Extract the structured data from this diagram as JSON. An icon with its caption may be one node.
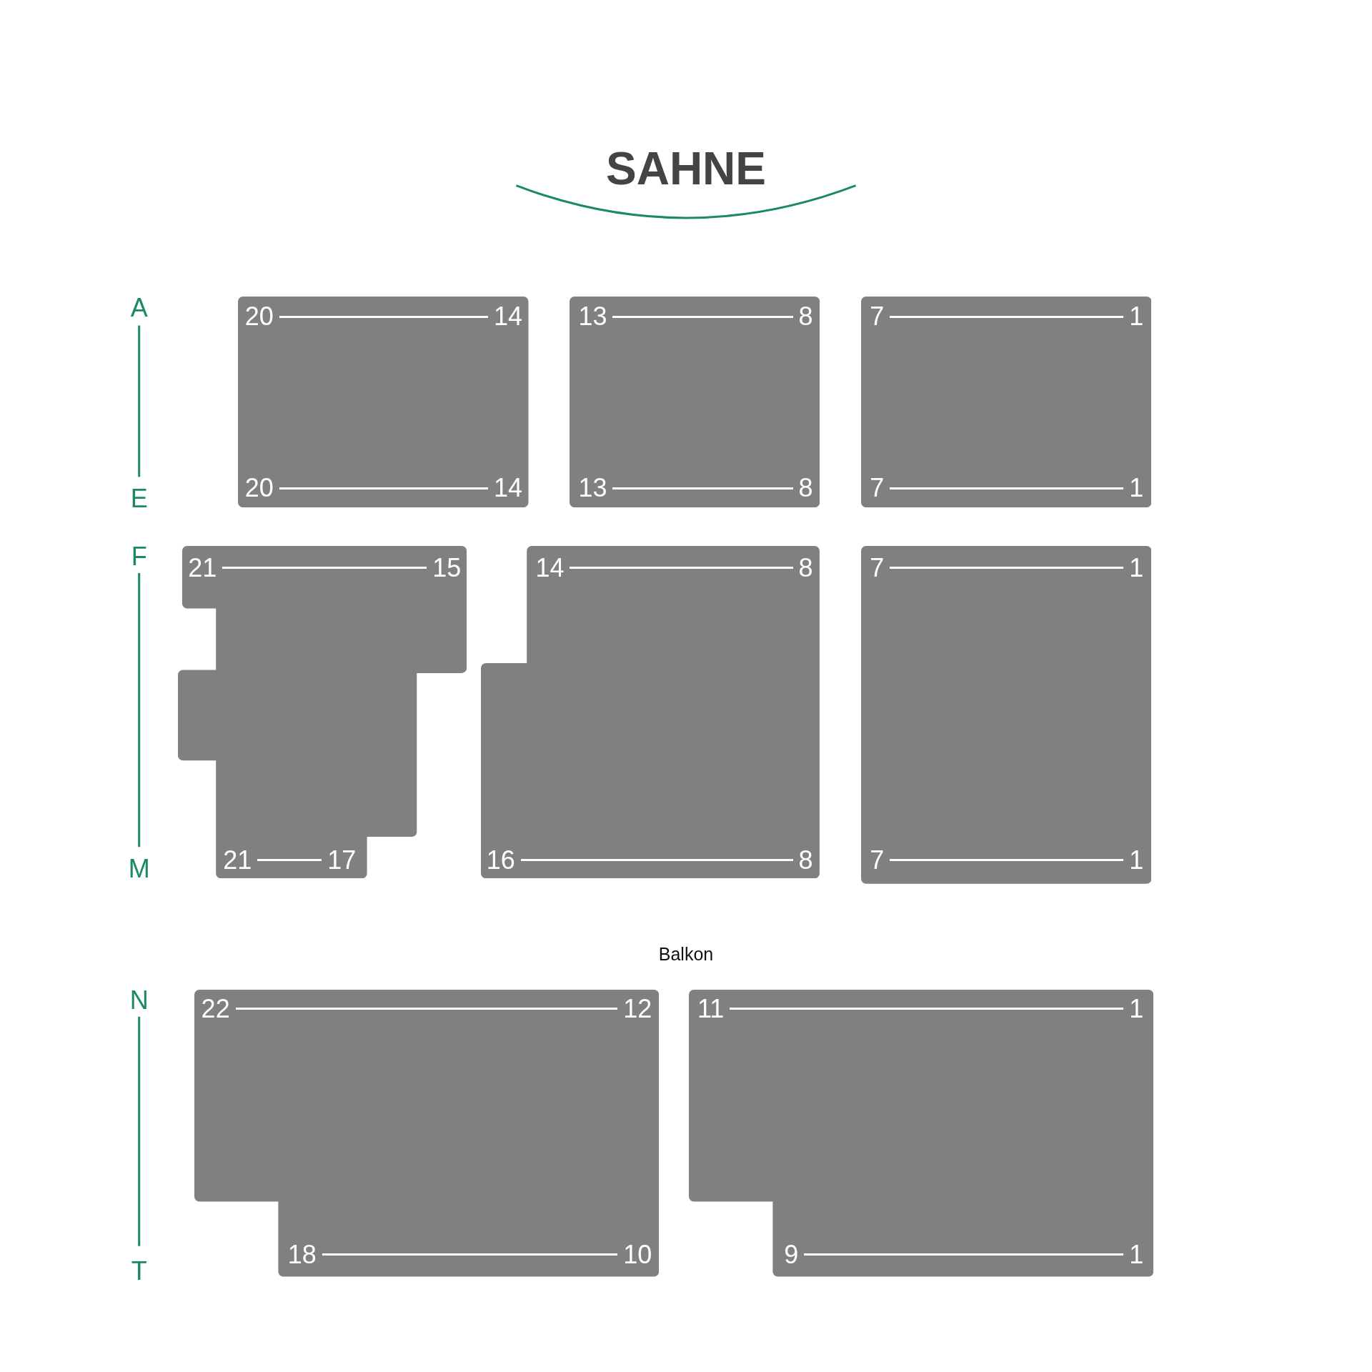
{
  "diagram": {
    "nodes": [
      {
        "text": [
          "20",
          "14",
          "20",
          "14"
        ]
      },
      {
        "text": [
          "13",
          "8",
          "13",
          "8"
        ]
      },
      {
        "text": [
          "7",
          "1",
          "7",
          "1"
        ]
      },
      {
        "text": [
          "21",
          "15",
          "21",
          "17"
        ]
      },
      {
        "text": [
          "14",
          "8",
          "16",
          "8"
        ]
      },
      {
        "text": [
          "7",
          "1",
          "7",
          "1"
        ]
      },
      {
        "text": [
          "22",
          "12",
          "18",
          "10"
        ]
      },
      {
        "text": [
          "11",
          "1",
          "9",
          "1"
        ]
      }
    ],
    "labels": [
      "SAHNE",
      "A",
      "E",
      "F",
      "M",
      "Balkon",
      "N",
      "T"
    ]
  }
}
